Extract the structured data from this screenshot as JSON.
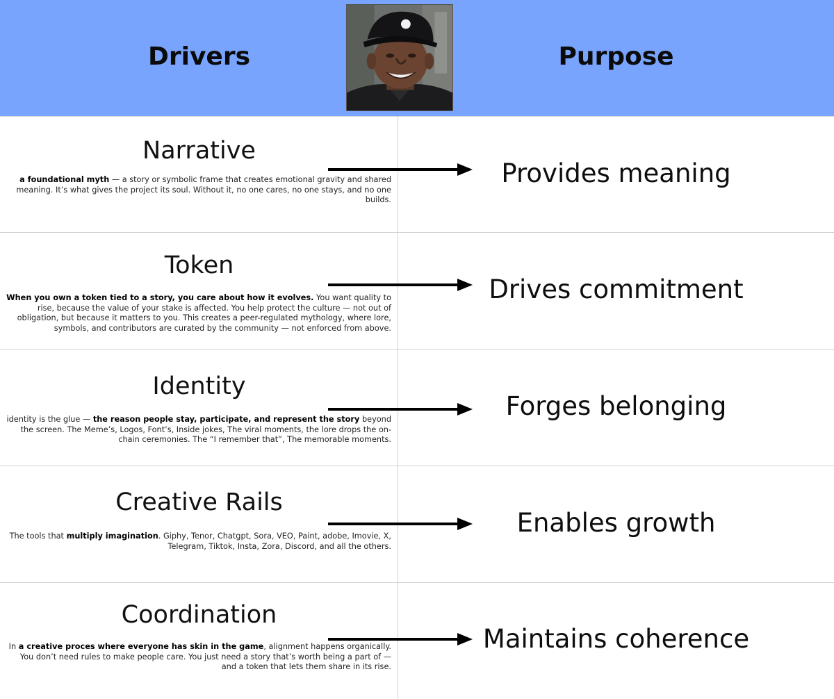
{
  "header": {
    "drivers_title": "Drivers",
    "purpose_title": "Purpose"
  },
  "rows": [
    {
      "driver": "Narrative",
      "desc": [
        {
          "text": "a foundational myth",
          "bold": true
        },
        {
          "text": " — a story or symbolic frame that creates emotional gravity and shared meaning. It’s what gives the project its soul. Without it, no one cares, no one stays, and no one builds.",
          "bold": false
        }
      ],
      "purpose": "Provides meaning"
    },
    {
      "driver": "Token",
      "desc": [
        {
          "text": "When you own a token tied to a story, you care about how it evolves.",
          "bold": true
        },
        {
          "text": " You want quality to rise, because the value of your stake is affected. You help protect the culture — not out of obligation, but because it matters to you. This creates a peer-regulated mythology, where lore, symbols, and contributors are curated by the community — not enforced from above.",
          "bold": false
        }
      ],
      "purpose": "Drives commitment"
    },
    {
      "driver": "Identity",
      "desc": [
        {
          "text": "identity is the glue — ",
          "bold": false
        },
        {
          "text": "the reason people stay, participate, and represent the story",
          "bold": true
        },
        {
          "text": " beyond the screen. The Meme’s, Logos, Font’s, Inside jokes, The viral moments, the lore drops the on-chain ceremonies. The “I remember that”, The memorable moments.",
          "bold": false
        }
      ],
      "purpose": "Forges belonging"
    },
    {
      "driver": "Creative Rails",
      "desc": [
        {
          "text": "The tools that ",
          "bold": false
        },
        {
          "text": "multiply imagination",
          "bold": true
        },
        {
          "text": ". Giphy, Tenor, Chatgpt, Sora, VEO, Paint, adobe, Imovie, X, Telegram, Tiktok, Insta, Zora, Discord, and all the others.",
          "bold": false
        }
      ],
      "purpose": "Enables growth"
    },
    {
      "driver": "Coordination",
      "desc": [
        {
          "text": "In ",
          "bold": false
        },
        {
          "text": "a creative proces where everyone has skin in the game",
          "bold": true
        },
        {
          "text": ", alignment happens organically. You don’t need rules to make people care. You just need a story that’s worth being a part of — and a token that lets them share in its rise.",
          "bold": false
        }
      ],
      "purpose": "Maintains coherence"
    }
  ],
  "colors": {
    "header_bg": "#78a4fe",
    "grid_line": "#d0d0d0",
    "arrow": "#000000"
  },
  "icons": {
    "portrait": "smiling-man-portrait",
    "arrow": "right-arrow-icon"
  }
}
